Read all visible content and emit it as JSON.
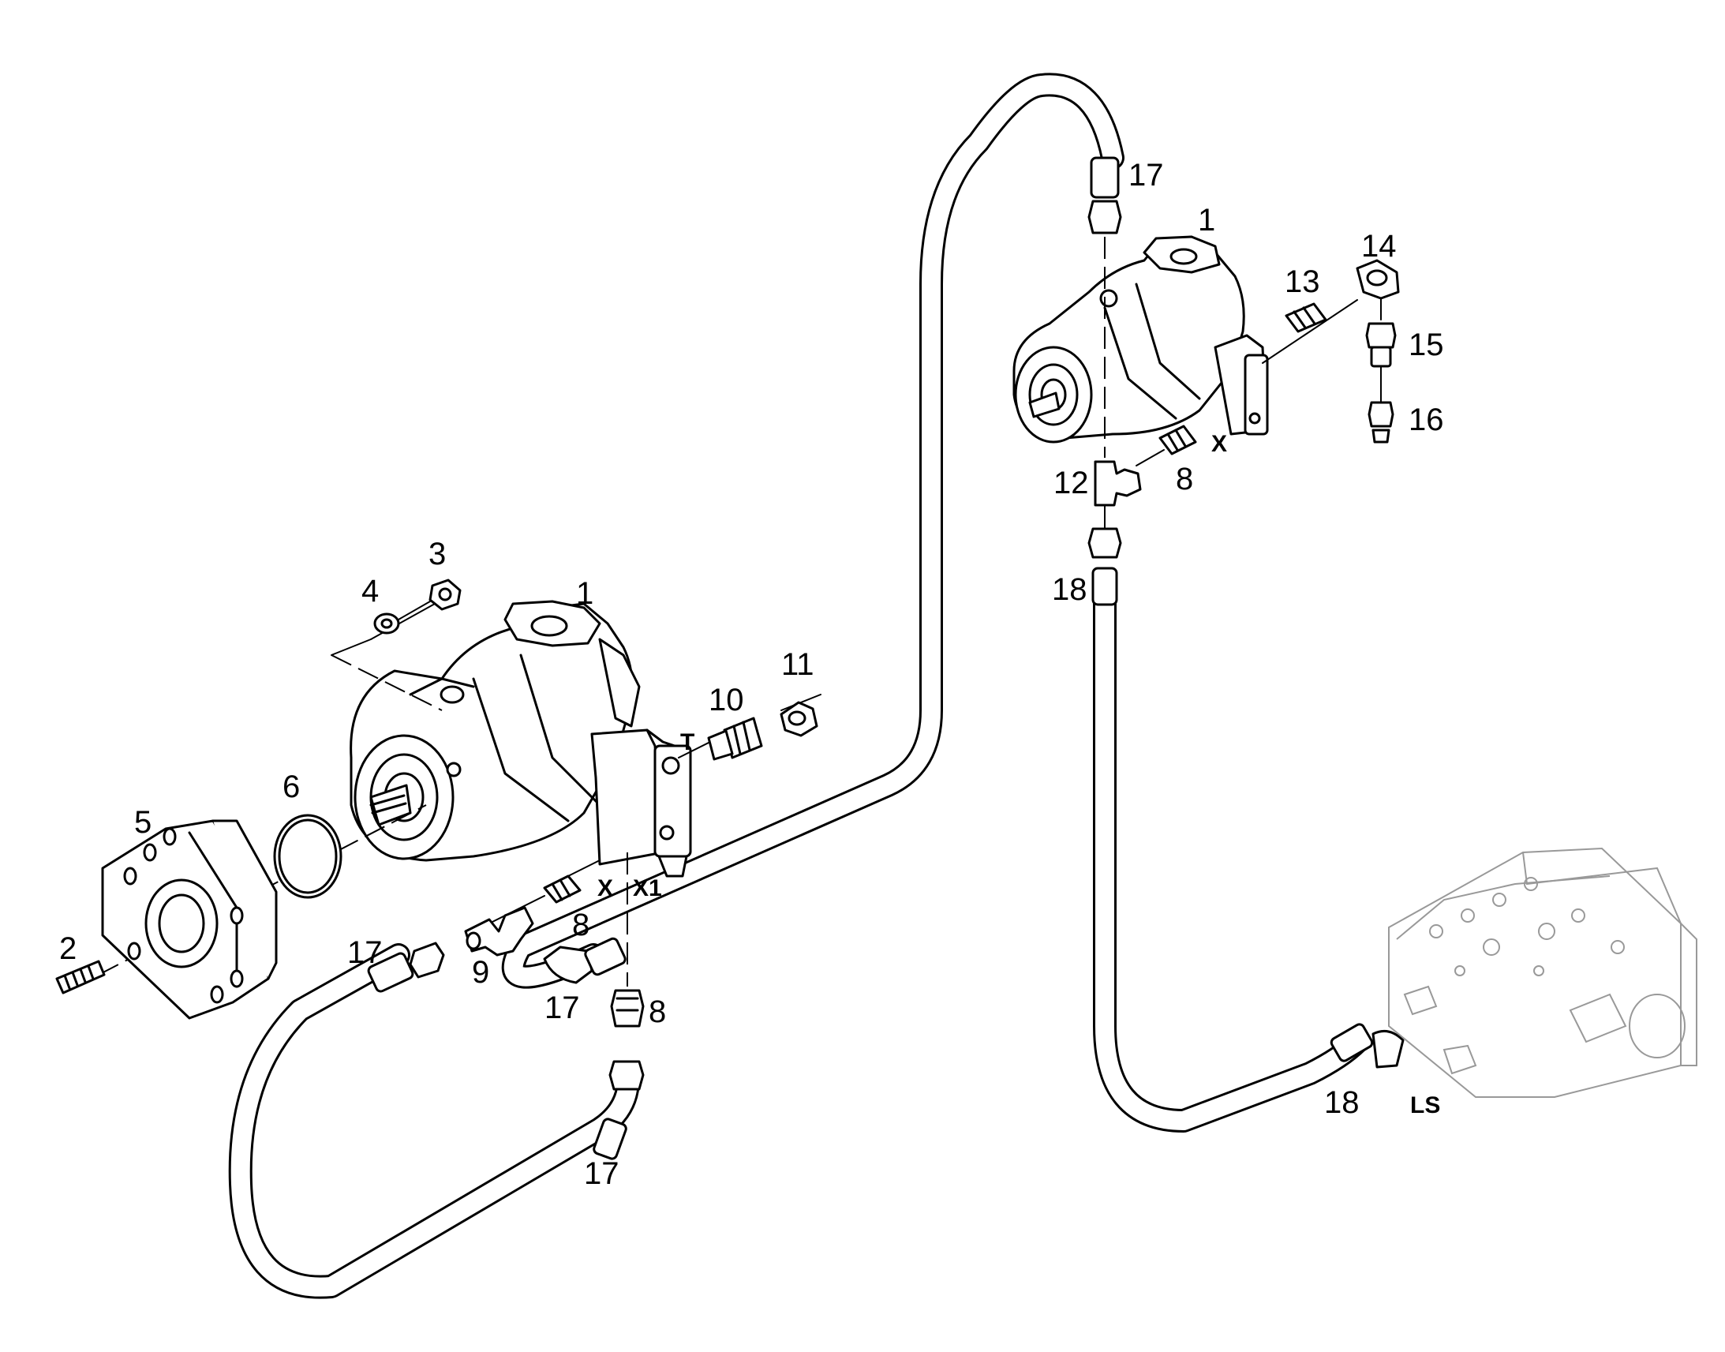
{
  "diagram": {
    "callouts": [
      "1",
      "1",
      "2",
      "3",
      "4",
      "5",
      "6",
      "8",
      "8",
      "8",
      "9",
      "10",
      "11",
      "12",
      "13",
      "14",
      "15",
      "16",
      "17",
      "17",
      "17",
      "17",
      "18",
      "18"
    ],
    "ports": [
      "T",
      "X",
      "X1",
      "X",
      "LS"
    ]
  },
  "colors": {
    "line": "#000000",
    "background": "#ffffff",
    "valve_block": "#999999"
  }
}
